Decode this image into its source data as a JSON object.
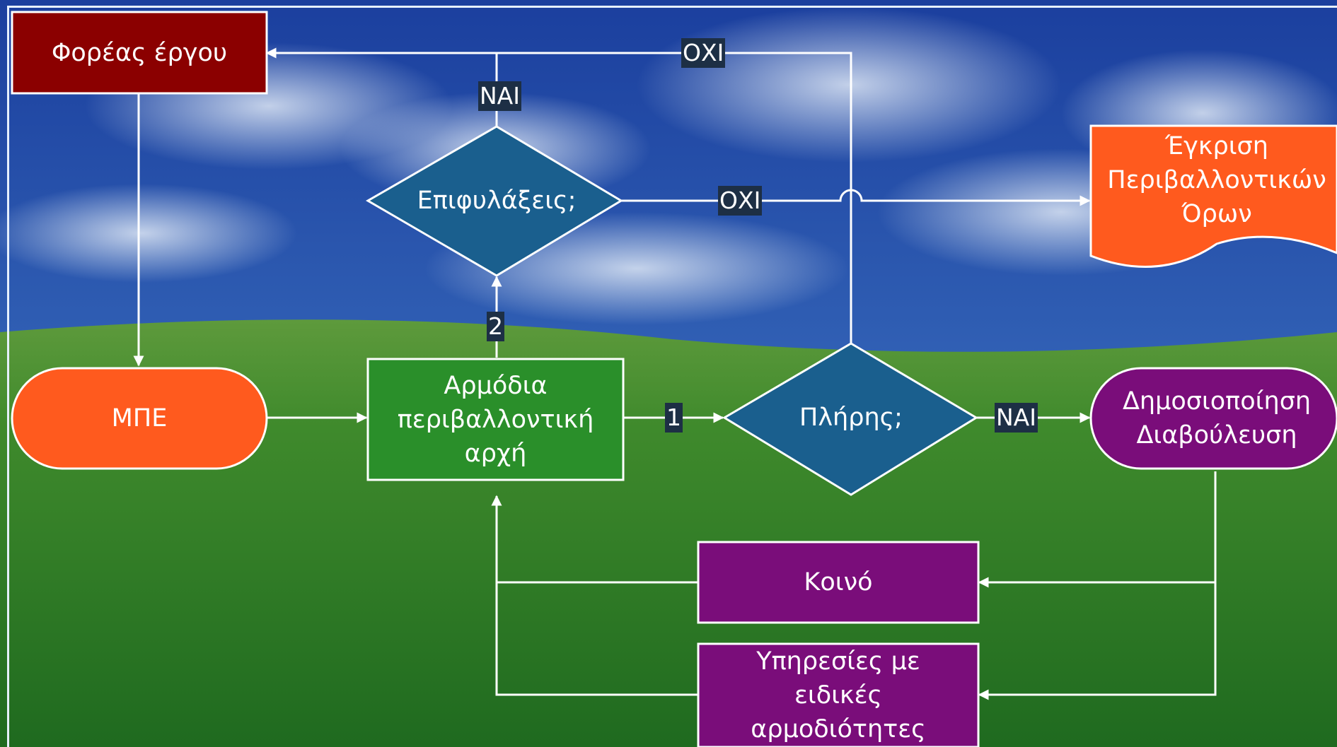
{
  "nodes": {
    "project_body": "Φορέας έργου",
    "mpe": "ΜΠΕ",
    "competent_authority": "Αρμόδια περιβαλλοντική αρχή",
    "complete_decision": "Πλήρης;",
    "publication": "Δημοσιοποίηση Διαβούλευση",
    "reservations_decision": "Επιφυλάξεις;",
    "approval": "Έγκριση Περιβαλλοντικών Όρων",
    "public": "Κοινό",
    "services": "Υπηρεσίες με ειδικές αρμοδιότητες"
  },
  "edge_labels": {
    "yes_top": "ΝΑΙ",
    "no_top": "ΟΧΙ",
    "no_middle": "ΟΧΙ",
    "step_two": "2",
    "step_one": "1",
    "yes_right": "ΝΑΙ"
  },
  "colors": {
    "project_body": "#8b0000",
    "mpe": "#ff5a1e",
    "competent_authority": "#2a8f2a",
    "decision": "#1a5f8e",
    "publication": "#7a0d7a",
    "approval": "#ff5a1e",
    "public": "#7a0d7a",
    "services": "#7a0d7a",
    "connector": "#ffffff"
  }
}
